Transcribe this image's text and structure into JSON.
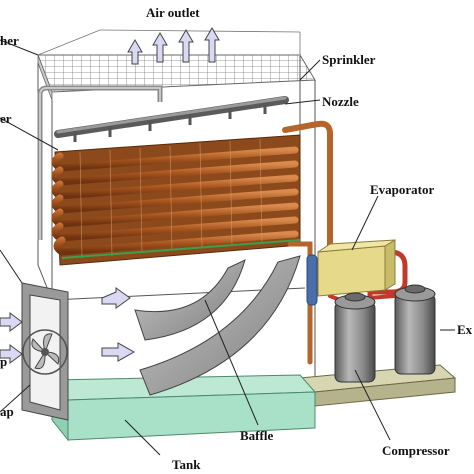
{
  "labels": {
    "air_outlet": "Air outlet",
    "left_top_partial": "her",
    "sprinkler": "Sprinkler",
    "nozzle": "Nozzle",
    "left_mid_partial": "er",
    "evaporator": "Evaporator",
    "right_partial": "Ex",
    "left_lower_partial": "p",
    "left_bottom_partial": "ap",
    "baffle": "Baffle",
    "compressor": "Compressor",
    "tank": "Tank"
  },
  "colors": {
    "copper": "#b5652a",
    "copper_dark": "#7a3a12",
    "evaporator": "#e6d98a",
    "compressor": "#8a8a8a",
    "tank": "#a8e0c8",
    "base": "#d8d6b0",
    "arrow_fill": "#d9d9f3"
  },
  "icons": [
    "air-flow-arrow-icon",
    "fan-icon",
    "compressor-icon"
  ]
}
